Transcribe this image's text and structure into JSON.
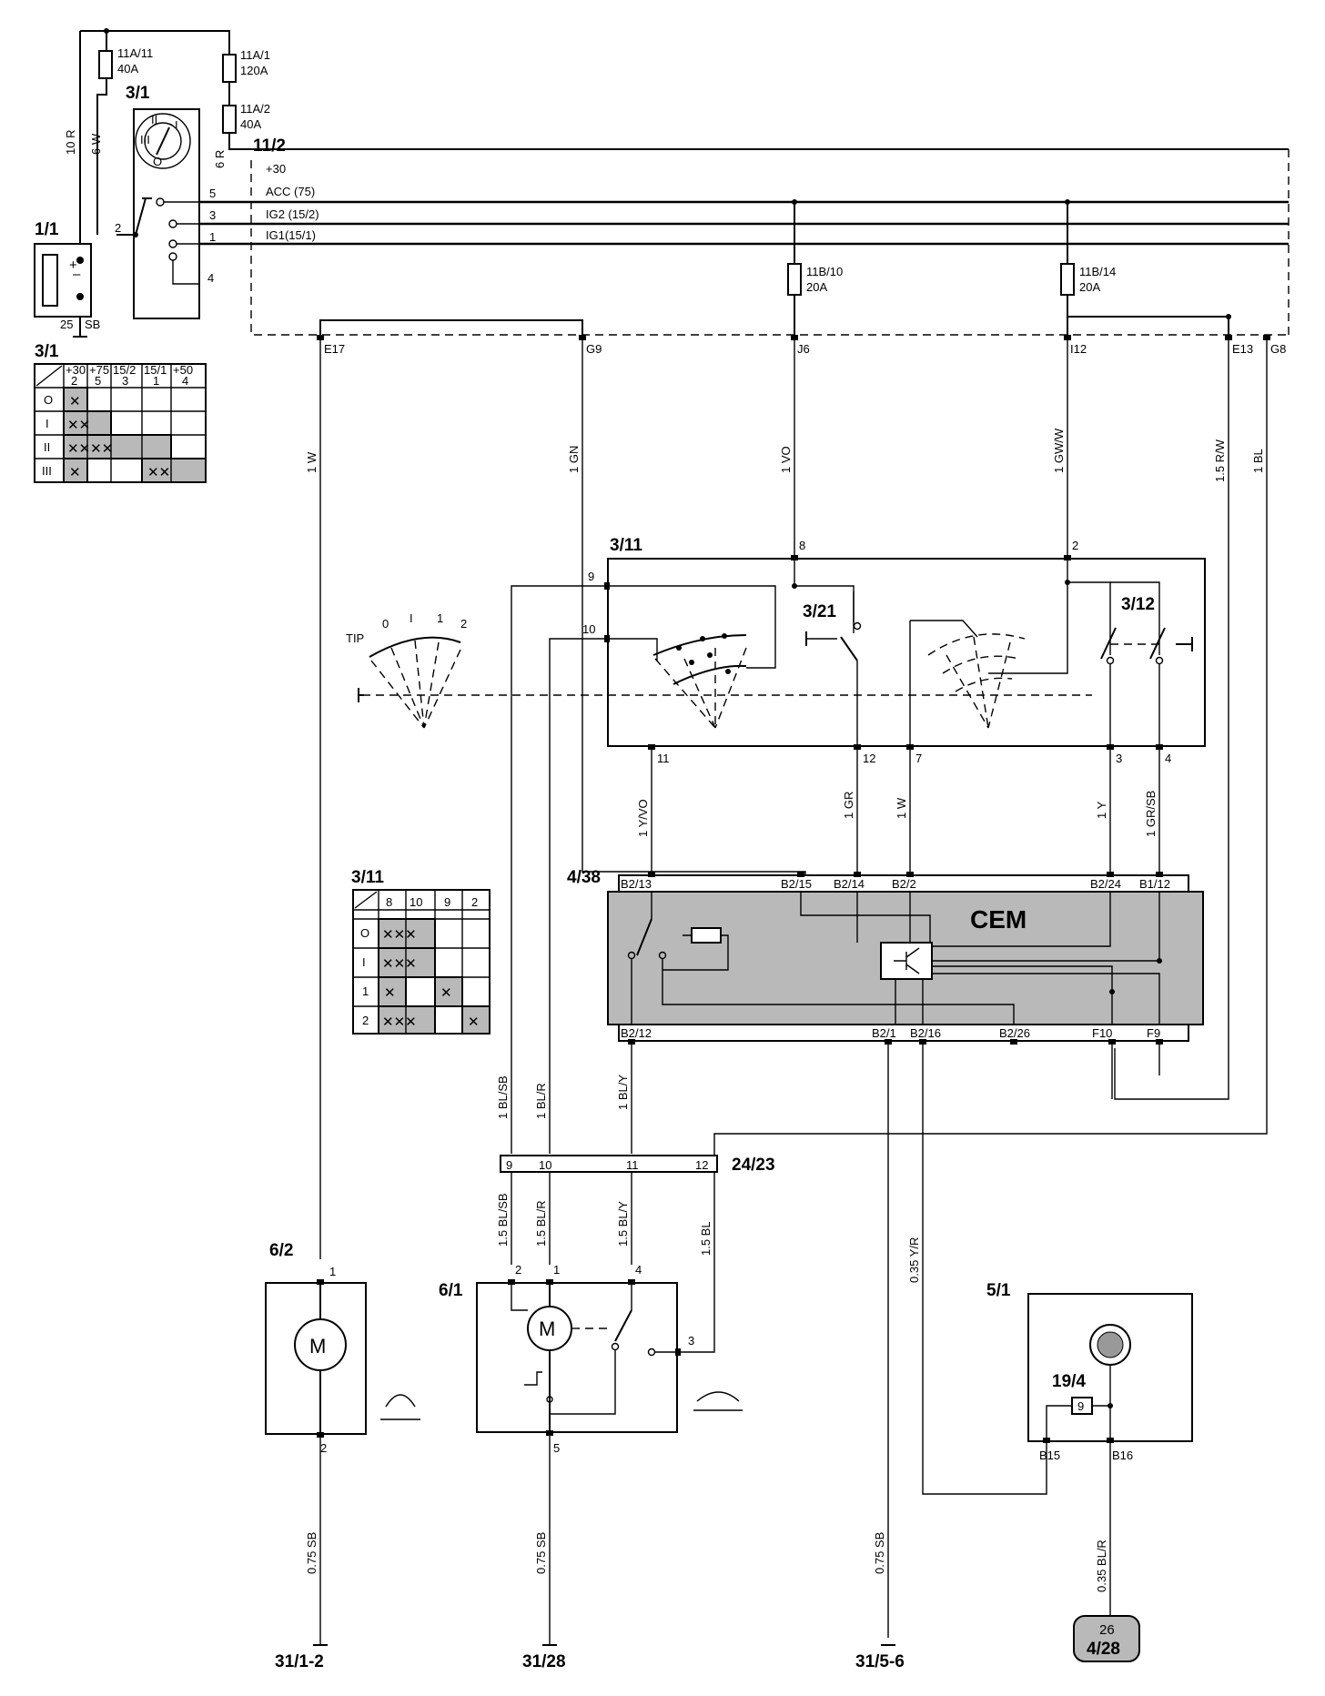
{
  "components": {
    "battery": "1/1",
    "ignition_switch": "3/1",
    "ignition_table_title": "3/1",
    "fuse_11a11": [
      "11A/11",
      "40A"
    ],
    "fuse_11a1": [
      "11A/1",
      "120A"
    ],
    "fuse_11a2": [
      "11A/2",
      "40A"
    ],
    "fuse_11b10": [
      "11B/10",
      "20A"
    ],
    "fuse_11b14": [
      "11B/14",
      "20A"
    ],
    "fuse_box": "11/2",
    "wiper_stalk": "3/11",
    "wiper_table_title": "3/11",
    "switch_321": "3/21",
    "switch_312": "3/12",
    "cem_ref": "4/38",
    "cem_name": "CEM",
    "connector_2423": "24/23",
    "washer_motor": "6/2",
    "wiper_motor": "6/1",
    "dim": "5/1",
    "rain_sensor": "19/4",
    "ground_1": "31/1-2",
    "ground_2": "31/28",
    "ground_3": "31/5-6",
    "ref_pin": "26",
    "ref_box": "4/28"
  },
  "rails": {
    "p30": "+30",
    "acc": "ACC (75)",
    "ig2": "IG2 (15/2)",
    "ig1": "IG1(15/1)"
  },
  "pins": {
    "sw5": "5",
    "sw3": "3",
    "sw1": "1",
    "sw4": "4",
    "sw2": "2",
    "bat25": "25",
    "e17": "E17",
    "g9": "G9",
    "j6": "J6",
    "i12": "I12",
    "e13": "E13",
    "g8": "G8",
    "s9": "9",
    "s10": "10",
    "s8": "8",
    "s2": "2",
    "s11": "11",
    "s12": "12",
    "s7": "7",
    "s3": "3",
    "s4": "4",
    "b213": "B2/13",
    "b215": "B2/15",
    "b214": "B2/14",
    "b22": "B2/2",
    "b224": "B2/24",
    "b112": "B1/12",
    "b212": "B2/12",
    "b21": "B2/1",
    "b216": "B2/16",
    "b226": "B2/26",
    "f10": "F10",
    "f9": "F9",
    "c9": "9",
    "c10": "10",
    "c11": "11",
    "c12": "12",
    "m62a": "1",
    "m62b": "2",
    "m61a": "2",
    "m61b": "1",
    "m61c": "4",
    "m61d": "3",
    "m61e": "5",
    "rs9": "9",
    "b15": "B15",
    "b16": "B16",
    "tip": "TIP",
    "pos0": "0",
    "posI": "I",
    "pos1": "1",
    "pos2": "2",
    "motor_m": "M"
  },
  "wires": {
    "w10r": "10 R",
    "w6w": "6 W",
    "w6r": "6 R",
    "wsb": "SB",
    "w1w": "1 W",
    "w1gn": "1 GN",
    "w1vo": "1 VO",
    "w1gww": "1 GW/W",
    "w15rw": "1.5 R/W",
    "w1bl": "1 BL",
    "w1yvo": "1 Y/VO",
    "w1gr": "1 GR",
    "w1w2": "1 W",
    "w1y": "1 Y",
    "w1grsb": "1 GR/SB",
    "w1blsb": "1 BL/SB",
    "w1blr": "1 BL/R",
    "w1bly": "1 BL/Y",
    "w15blsb": "1.5 BL/SB",
    "w15blr": "1.5 BL/R",
    "w15bly": "1.5 BL/Y",
    "w15bl": "1.5 BL",
    "w035yr": "0.35 Y/R",
    "w075a": "0.75 SB",
    "w075b": "0.75 SB",
    "w075c": "0.75 SB",
    "w035blr": "0.35 BL/R"
  },
  "ignition_table": {
    "headers": [
      [
        "+30",
        "2"
      ],
      [
        "+75",
        "5"
      ],
      [
        "15/2",
        "3"
      ],
      [
        "15/1",
        "1"
      ],
      [
        "+50",
        "4"
      ]
    ],
    "rows": [
      "O",
      "I",
      "II",
      "III"
    ]
  },
  "wiper_table": {
    "headers": [
      "8",
      "10",
      "9",
      "2"
    ],
    "rows": [
      "O",
      "I",
      "1",
      "2"
    ]
  }
}
